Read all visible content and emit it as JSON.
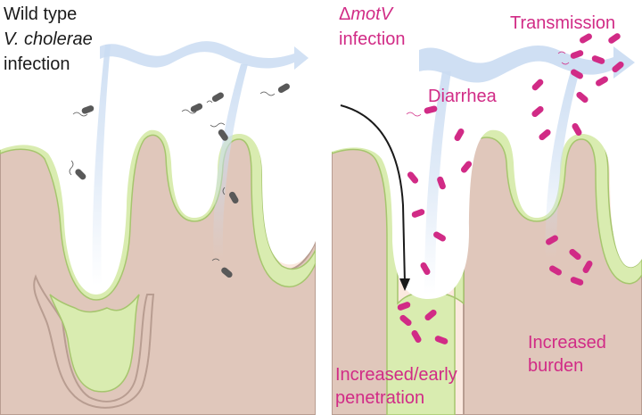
{
  "left_panel": {
    "title_line1": "Wild type",
    "title_line2": "V. cholerae",
    "title_line3": "infection"
  },
  "right_panel": {
    "title_line1_symbol": "Δ",
    "title_line1_gene": "motV",
    "title_line2": "infection",
    "transmission_label": "Transmission",
    "diarrhea_label": "Diarrhea",
    "burden_line1": "Increased",
    "burden_line2": "burden",
    "penetration_line1": "Increased/early",
    "penetration_line2": "penetration"
  },
  "colors": {
    "lumen": "#ffffff",
    "tissue": "#fbe9df",
    "epithelium_band": "#e0c7bb",
    "epithelium_edge": "#b89d91",
    "mucus": "#d9ecb0",
    "mucus_edge": "#a6c56e",
    "flow_arrow": "#cadcf2",
    "wild_type_bacteria": "#595959",
    "mutant_bacteria": "#d12b86",
    "label_dark": "#1a1a1a",
    "label_pink": "#d12b86"
  }
}
